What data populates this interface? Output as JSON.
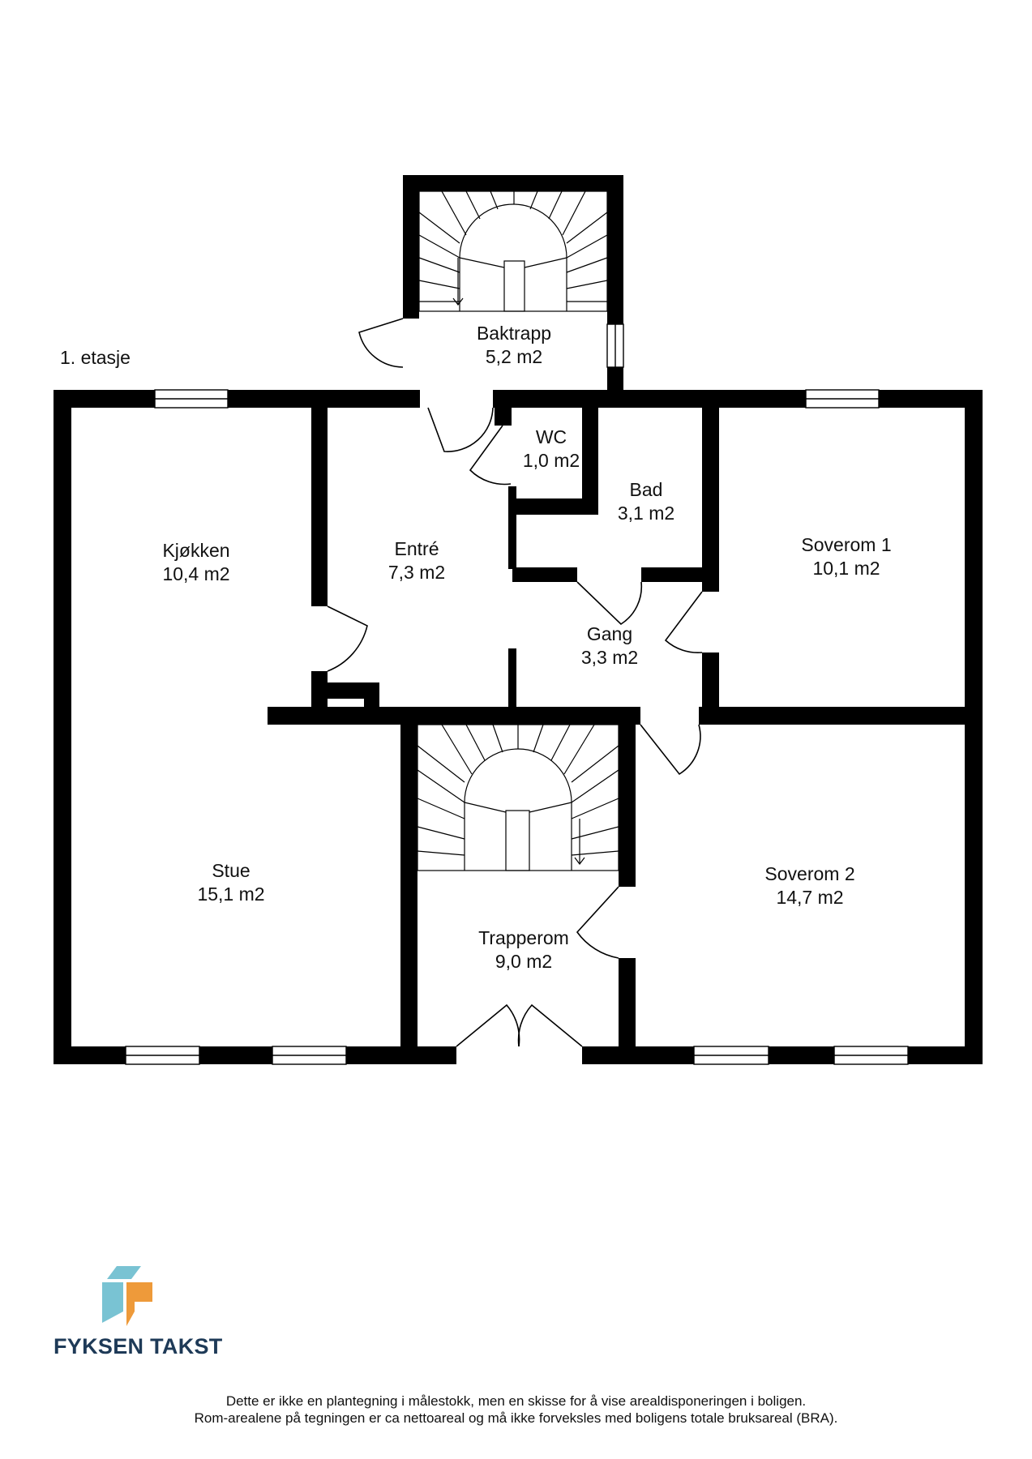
{
  "floor_label": "1. etasje",
  "rooms": [
    {
      "name": "Baktrapp",
      "area": "5,2 m2"
    },
    {
      "name": "WC",
      "area": "1,0 m2"
    },
    {
      "name": "Bad",
      "area": "3,1 m2"
    },
    {
      "name": "Kjøkken",
      "area": "10,4 m2"
    },
    {
      "name": "Entré",
      "area": "7,3 m2"
    },
    {
      "name": "Soverom 1",
      "area": "10,1 m2"
    },
    {
      "name": "Gang",
      "area": "3,3 m2"
    },
    {
      "name": "Stue",
      "area": "15,1 m2"
    },
    {
      "name": "Soverom 2",
      "area": "14,7 m2"
    },
    {
      "name": "Trapperom",
      "area": "9,0 m2"
    }
  ],
  "logo": {
    "text": "FYKSEN TAKST",
    "colors": {
      "teal": "#79c3d3",
      "orange": "#ee9a3a",
      "text": "#1e3a57"
    }
  },
  "disclaimer": {
    "line1": "Dette er ikke en plantegning i målestokk, men en skisse for å vise arealdisponeringen i boligen.",
    "line2": "Rom-arealene på tegningen er ca nettoareal og må ikke forveksles med boligens totale bruksareal (BRA)."
  }
}
